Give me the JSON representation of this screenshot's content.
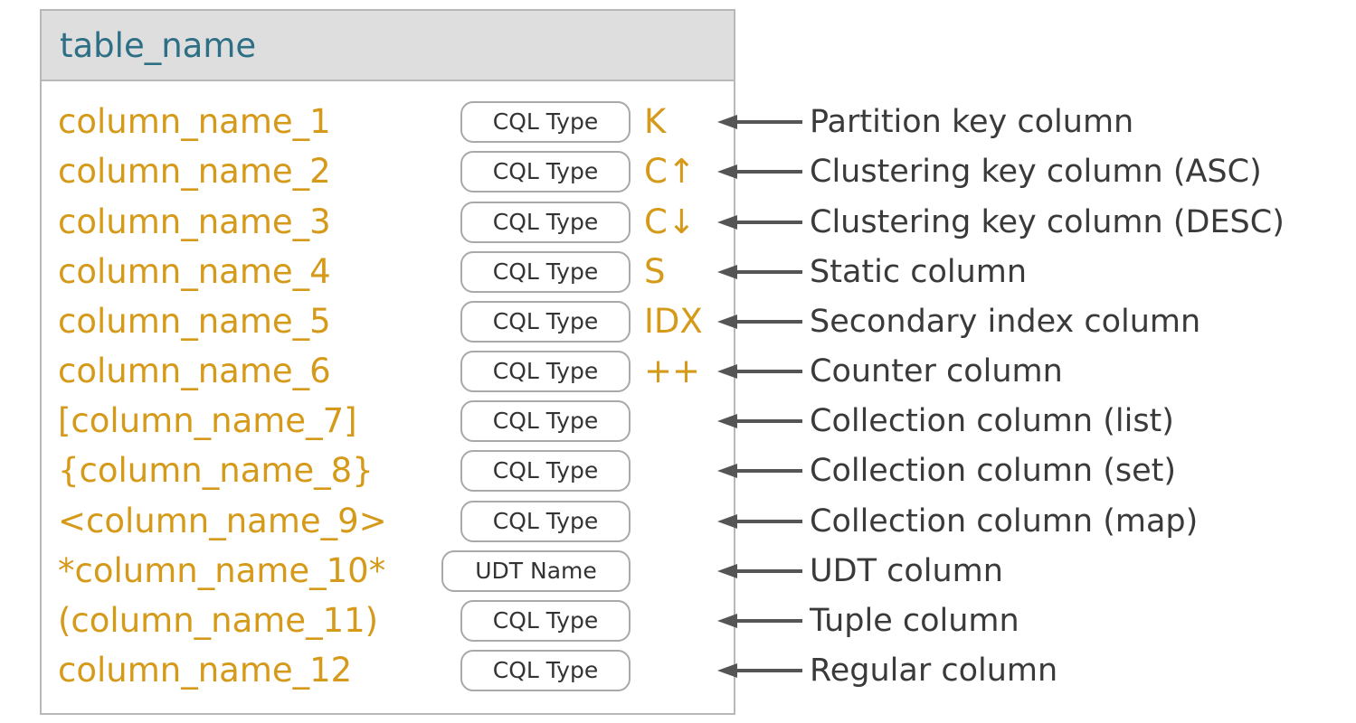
{
  "table": {
    "title": "table_name"
  },
  "rows": [
    {
      "name": "column_name_1",
      "type": "CQL Type",
      "marker": "K",
      "description": "Partition key column"
    },
    {
      "name": "column_name_2",
      "type": "CQL Type",
      "marker": "C↑",
      "description": "Clustering key column (ASC)"
    },
    {
      "name": "column_name_3",
      "type": "CQL Type",
      "marker": "C↓",
      "description": "Clustering key column (DESC)"
    },
    {
      "name": "column_name_4",
      "type": "CQL Type",
      "marker": "S",
      "description": "Static column"
    },
    {
      "name": "column_name_5",
      "type": "CQL Type",
      "marker": "IDX",
      "description": "Secondary index column"
    },
    {
      "name": "column_name_6",
      "type": "CQL Type",
      "marker": "++",
      "description": "Counter column"
    },
    {
      "name": "[column_name_7]",
      "type": "CQL Type",
      "marker": "",
      "description": "Collection column (list)"
    },
    {
      "name": "{column_name_8}",
      "type": "CQL Type",
      "marker": "",
      "description": "Collection column (set)"
    },
    {
      "name": "<column_name_9>",
      "type": "CQL Type",
      "marker": "",
      "description": "Collection column (map)"
    },
    {
      "name": "*column_name_10*",
      "type": "UDT Name",
      "marker": "",
      "description": "UDT column"
    },
    {
      "name": "(column_name_11)",
      "type": "CQL Type",
      "marker": "",
      "description": "Tuple column"
    },
    {
      "name": "column_name_12",
      "type": "CQL Type",
      "marker": "",
      "description": "Regular column"
    }
  ],
  "colors": {
    "title": "#2d6f84",
    "column_name": "#d69a1a",
    "header_bg": "#dedede",
    "border": "#b8b8b8",
    "arrow": "#555555"
  }
}
